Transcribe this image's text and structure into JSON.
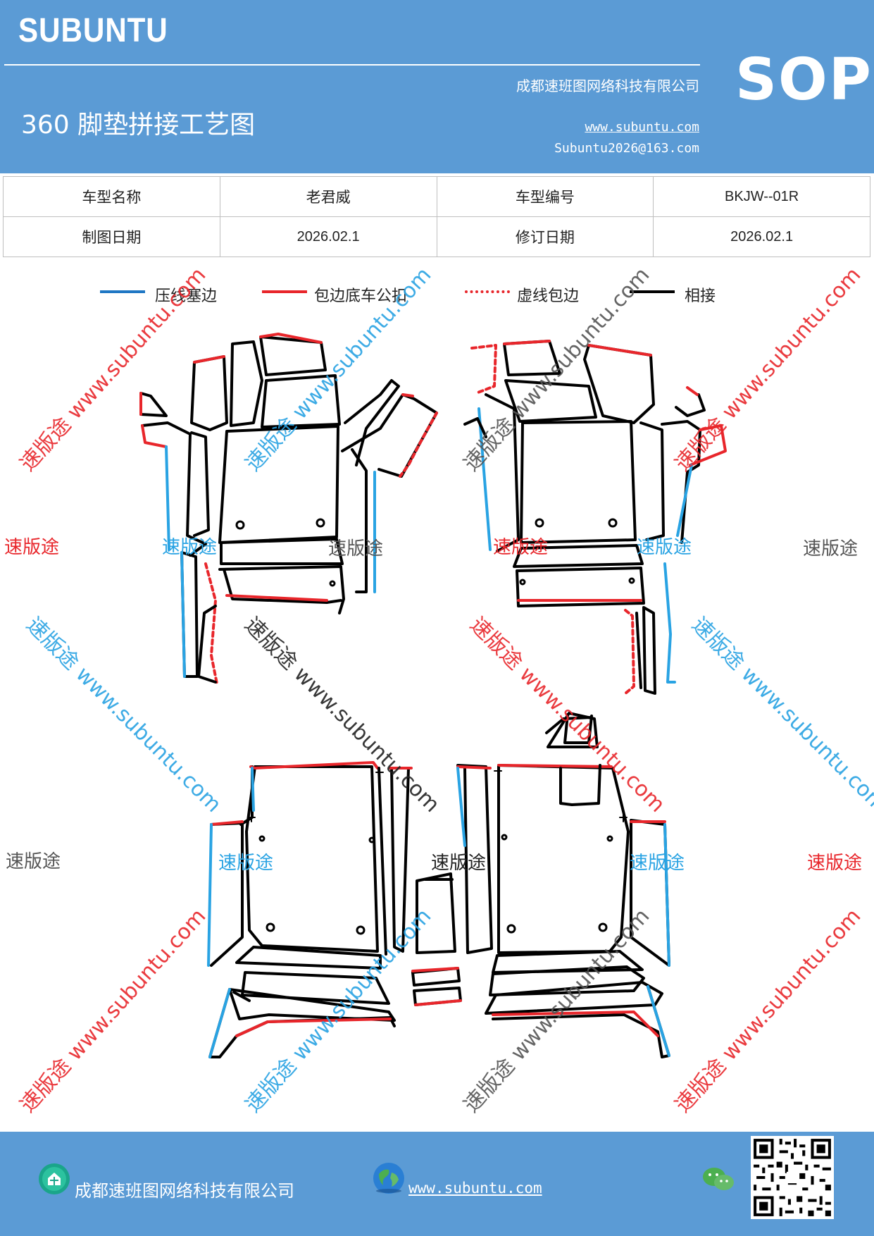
{
  "header": {
    "brand": "SUBUNTU",
    "company": "成都速班图网络科技有限公司",
    "title": "360 脚垫拼接工艺图",
    "website": "www.subuntu.com",
    "email": "Subuntu2026@163.com",
    "badge": "SOP",
    "background_color": "#5b9bd5"
  },
  "info_table": {
    "row1": {
      "label1": "车型名称",
      "value1": "老君威",
      "label2": "车型编号",
      "value2": "BKJW--01R"
    },
    "row2": {
      "label1": "制图日期",
      "value1": "2026.02.1",
      "label2": "修订日期",
      "value2": "2026.02.1"
    }
  },
  "legend": [
    {
      "label": "压线塞边",
      "color": "#1f77c4",
      "style": "solid"
    },
    {
      "label": "包边底车公扣",
      "color": "#e8262b",
      "style": "solid"
    },
    {
      "label": "虚线包边",
      "color": "#e8262b",
      "style": "dotted"
    },
    {
      "label": "相接",
      "color": "#000000",
      "style": "solid"
    }
  ],
  "watermarks": {
    "brand_cn": "速版途",
    "brand_url": "www.subuntu.com",
    "colors": {
      "red": "#e8262b",
      "blue": "#29a3e3",
      "gray": "#555555"
    }
  },
  "footer": {
    "company": "成都速班图网络科技有限公司",
    "website": "www.subuntu.com",
    "icons": [
      "company-icon",
      "globe-icon",
      "wechat-icon",
      "qr-code"
    ]
  }
}
